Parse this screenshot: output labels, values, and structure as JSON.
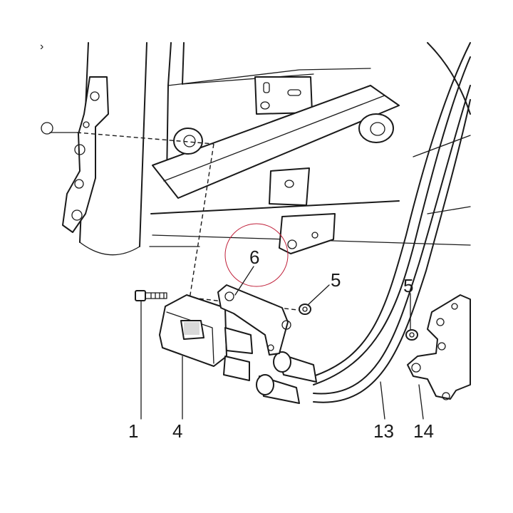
{
  "callouts": {
    "c1": "1",
    "c4": "4",
    "c5a": "5",
    "c5b": "5",
    "c6": "6",
    "c13": "13",
    "c14": "14"
  },
  "colors": {
    "highlight_circle": "#c0203a",
    "line": "#1a1a1a"
  }
}
